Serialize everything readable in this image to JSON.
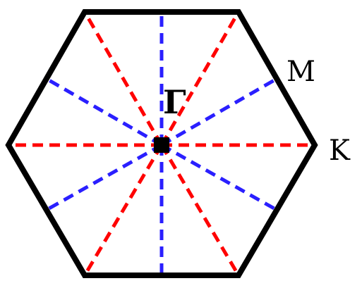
{
  "diagram": {
    "labels": {
      "center": "Γ",
      "edge_midpoint": "M",
      "vertex": "K"
    },
    "colors": {
      "boundary": "#000000",
      "vertex_lines": "#ff0000",
      "edge_lines": "#2a1fff",
      "center_point": "#000000"
    },
    "legend": []
  }
}
